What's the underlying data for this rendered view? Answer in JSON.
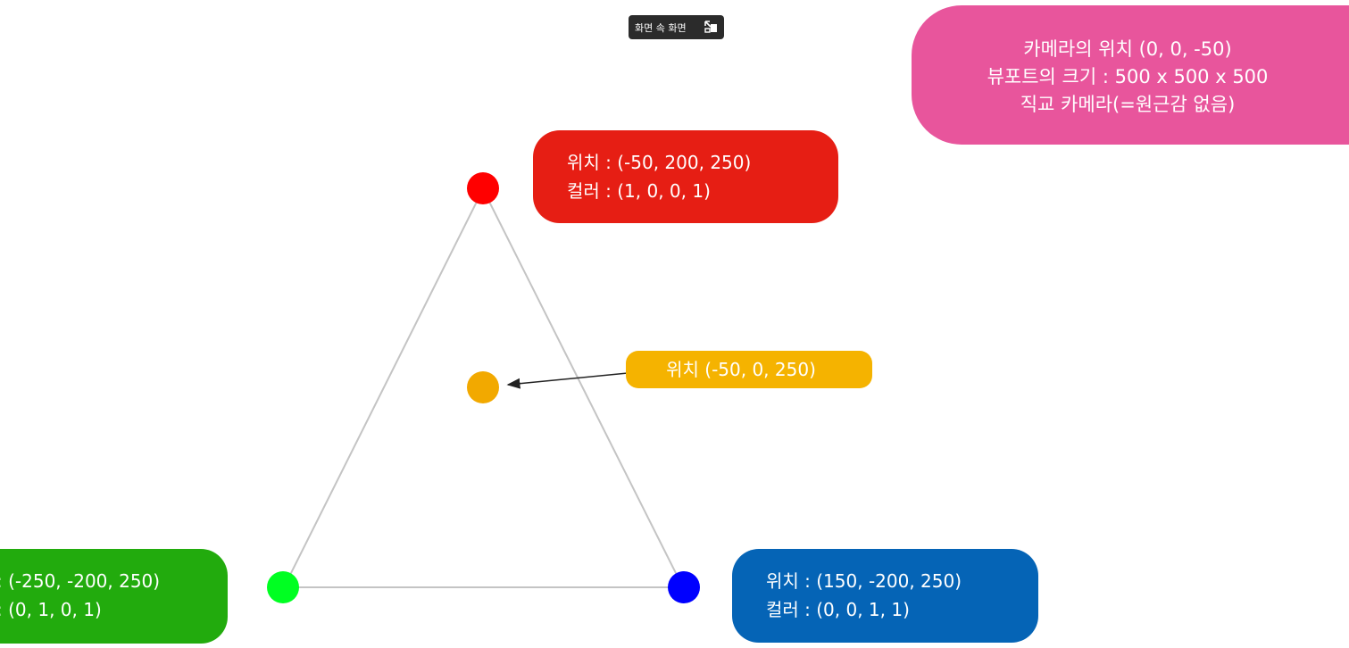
{
  "toolbar": {
    "pip_label": "화면 속 화면",
    "pip_icon": "picture-in-picture-icon"
  },
  "camera_info": {
    "line1": "카메라의 위치 (0, 0, -50)",
    "line2": "뷰포트의 크기 : 500 x 500 x 500",
    "line3": "직교 카메라(=원근감 없음)",
    "color": "#e8559c"
  },
  "vertices": {
    "red": {
      "position_text": "위치 : (-50, 200, 250)",
      "color_text": "컬러 : (1, 0, 0, 1)",
      "callout_color": "#e61e14",
      "point_color": "#ff0000"
    },
    "green": {
      "position_text": ": (-250, -200, 250)",
      "color_text": ": (0, 1, 0, 1)",
      "callout_color": "#22ab0d",
      "point_color": "#00ff22"
    },
    "blue": {
      "position_text": "위치 : (150, -200, 250)",
      "color_text": "컬러 : (0, 0, 1, 1)",
      "callout_color": "#0564b6",
      "point_color": "#0000ff"
    }
  },
  "center_point": {
    "position_text": "위치 (-50, 0, 250)",
    "callout_color": "#f5b300",
    "point_color": "#f2a900"
  }
}
